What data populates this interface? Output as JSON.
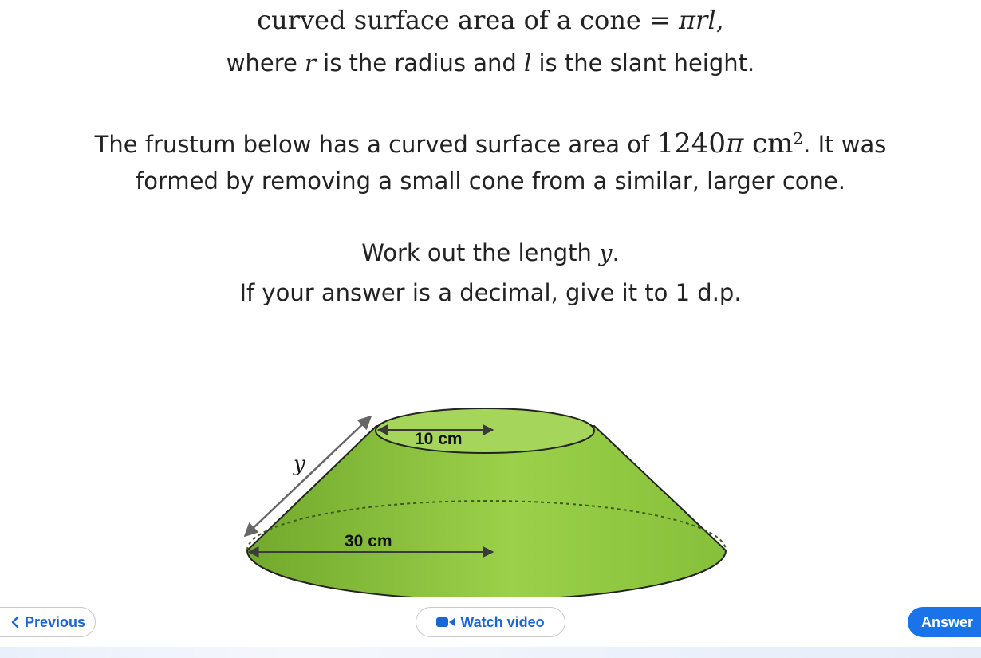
{
  "question": {
    "formula_text": "curved surface area of a cone",
    "formula_equals": " = ",
    "formula_math": "πrl",
    "formula_comma": ",",
    "where_1": "where ",
    "where_r": "r",
    "where_2": " is the radius and ",
    "where_l": "l",
    "where_3": " is the slant height.",
    "frustum_1": "The frustum below has a curved surface area of ",
    "frustum_value": "1240",
    "frustum_pi": "π",
    "frustum_unit": " cm",
    "frustum_power": "2",
    "frustum_2": ". It was",
    "frustum_line2": "formed by removing a small cone from a similar, larger cone.",
    "work_1": "Work out the length ",
    "work_var": "y",
    "work_2": ".",
    "decimal_instruction": "If your answer is a decimal, give it to 1 d.p."
  },
  "diagram": {
    "top_radius_label": "10 cm",
    "bottom_radius_label": "30 cm",
    "slant_label": "y",
    "fill_color": "#8dc63f",
    "top_fill_color": "#a6d55b"
  },
  "footer": {
    "previous_label": "Previous",
    "video_label": "Watch video",
    "answer_label": "Answer",
    "accent_color": "#1a73e8"
  }
}
